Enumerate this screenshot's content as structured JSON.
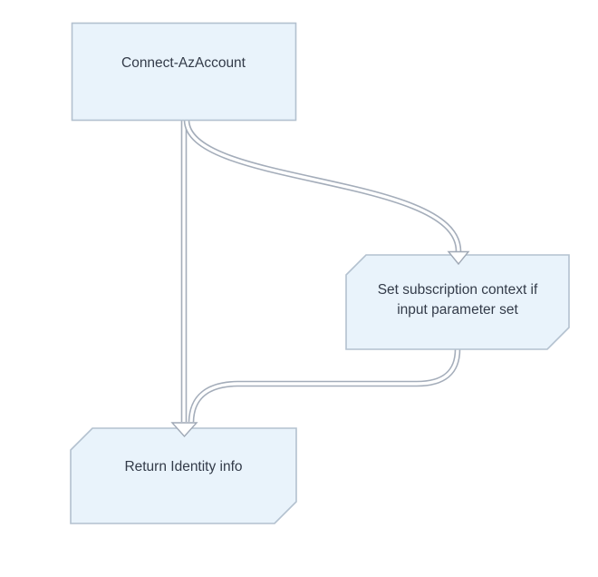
{
  "diagram": {
    "type": "flowchart",
    "background_color": "#ffffff",
    "colors": {
      "node_fill": "#e9f3fb",
      "node_border": "#b3c1cf",
      "connector": "#a4adba",
      "arrowhead_fill": "#ffffff",
      "text": "#333b49"
    },
    "nodes": [
      {
        "id": "connect-azaccount",
        "label": "Connect-AzAccount",
        "shape": "rectangle"
      },
      {
        "id": "set-subscription-context",
        "label": "Set subscription context if\ninput parameter set",
        "shape": "chamfered-rectangle"
      },
      {
        "id": "return-identity-info",
        "label": "Return Identity info",
        "shape": "chamfered-rectangle"
      }
    ],
    "edges": [
      {
        "from": "connect-azaccount",
        "to": "return-identity-info",
        "style": "double-line",
        "arrow": "hollow-triangle"
      },
      {
        "from": "connect-azaccount",
        "to": "set-subscription-context",
        "style": "double-line",
        "arrow": "hollow-triangle"
      },
      {
        "from": "set-subscription-context",
        "to": "return-identity-info",
        "style": "double-line",
        "arrow": "hollow-triangle"
      }
    ]
  }
}
